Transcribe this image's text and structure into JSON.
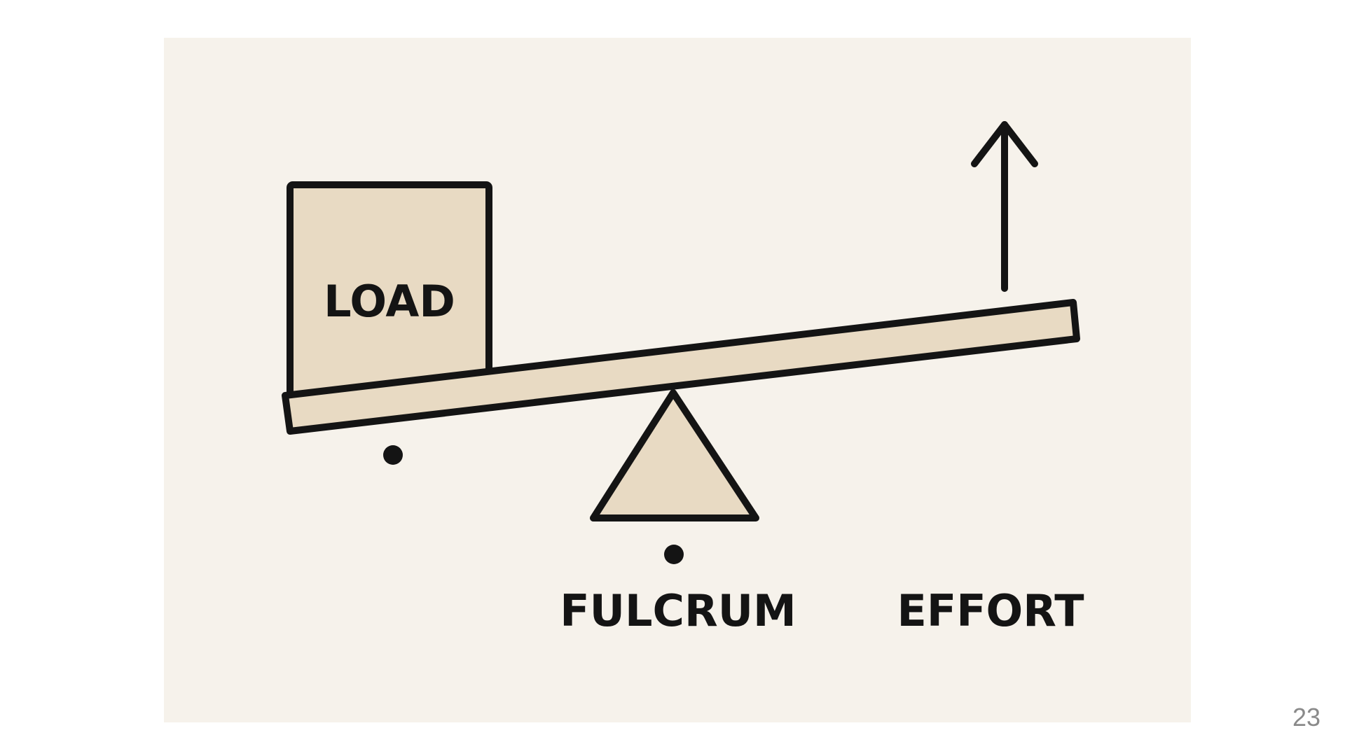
{
  "diagram": {
    "labels": {
      "load": "LOAD",
      "fulcrum": "FULCRUM",
      "effort": "EFFORT"
    },
    "colors": {
      "panel_background": "#f6f2eb",
      "fill": "#e8dac3",
      "stroke": "#141414"
    }
  },
  "slide": {
    "page_number": "23"
  }
}
